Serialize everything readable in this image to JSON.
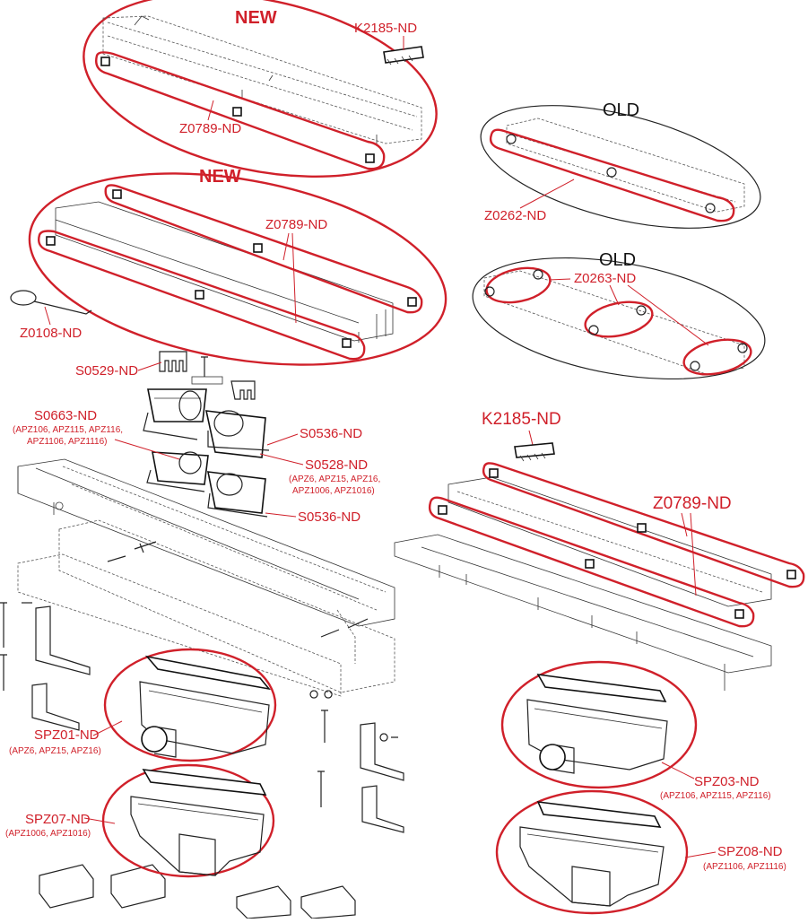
{
  "colors": {
    "accent": "#d0202a",
    "outline": "#222222",
    "background": "#ffffff"
  },
  "tags": {
    "new1": "NEW",
    "new2": "NEW",
    "old1": "OLD",
    "old2": "OLD"
  },
  "labels": {
    "k2185_top": "K2185-ND",
    "z0789_a": "Z0789-ND",
    "z0789_b": "Z0789-ND",
    "z0789_c": "Z0789-ND",
    "z0262": "Z0262-ND",
    "z0263": "Z0263-ND",
    "z0108": "Z0108-ND",
    "s0529": "S0529-ND",
    "s0663": "S0663-ND",
    "s0663_sub1": "(APZ106, APZ115, APZ116,",
    "s0663_sub2": "APZ1106, APZ1116)",
    "s0536_a": "S0536-ND",
    "s0528": "S0528-ND",
    "s0528_sub1": "(APZ6, APZ15, APZ16,",
    "s0528_sub2": "APZ1006, APZ1016)",
    "s0536_b": "S0536-ND",
    "k2185_mid": "K2185-ND",
    "spz01": "SPZ01-ND",
    "spz01_sub": "(APZ6, APZ15, APZ16)",
    "spz07": "SPZ07-ND",
    "spz07_sub": "(APZ1006, APZ1016)",
    "spz03": "SPZ03-ND",
    "spz03_sub": "(APZ106, APZ115, APZ116)",
    "spz08": "SPZ08-ND",
    "spz08_sub": "(APZ1106, APZ1116)"
  }
}
